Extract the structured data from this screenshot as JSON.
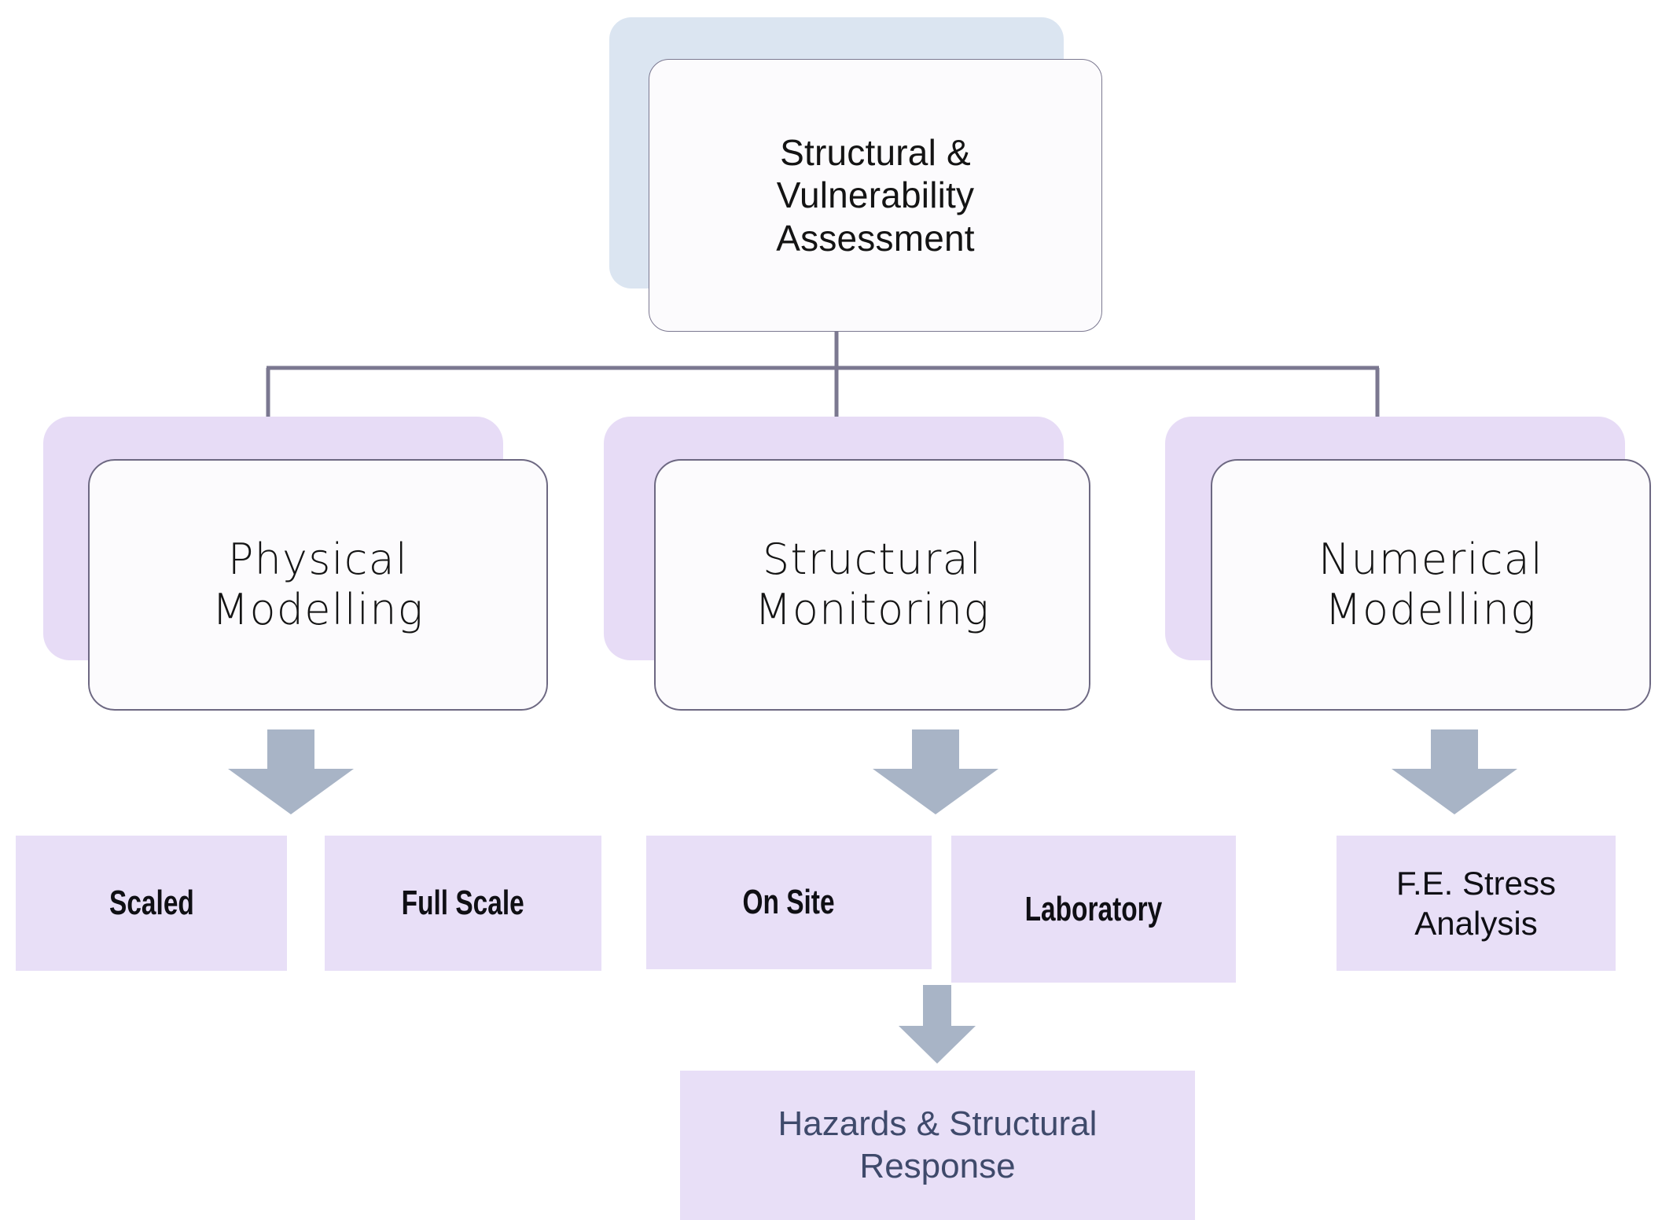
{
  "diagram": {
    "title_text": "Structural & Vulnerability Assessment",
    "type": "flowchart",
    "colors": {
      "card_fill": "#fcfbfd",
      "card_border": "#6d6882",
      "shadow_blue": "#dbe5f1",
      "shadow_purple": "#e7dcf6",
      "tile_fill": "#e8dff7",
      "arrow_fill": "#a8b4c6",
      "connector_line": "#7b7890",
      "text_dark": "#141414",
      "text_slate_blue": "#3f4a6b"
    }
  },
  "root": {
    "label": "Structural &\nVulnerability\nAssessment"
  },
  "branches": [
    {
      "id": "physical-modelling",
      "label": "Physical\nModelling"
    },
    {
      "id": "structural-monitoring",
      "label": "Structural\nMonitoring"
    },
    {
      "id": "numerical-modelling",
      "label": "Numerical\nModelling"
    }
  ],
  "leaves": [
    {
      "id": "scaled",
      "label": "Scaled"
    },
    {
      "id": "full-scale",
      "label": "Full Scale"
    },
    {
      "id": "on-site",
      "label": "On Site"
    },
    {
      "id": "laboratory",
      "label": "Laboratory"
    },
    {
      "id": "fe-stress",
      "label": "F.E. Stress\nAnalysis"
    }
  ],
  "result": {
    "label": "Hazards & Structural\nResponse"
  },
  "arrows": [
    {
      "id": "arrow-physical",
      "direction": "down"
    },
    {
      "id": "arrow-monitoring",
      "direction": "down"
    },
    {
      "id": "arrow-numerical",
      "direction": "down"
    },
    {
      "id": "arrow-result",
      "direction": "down"
    }
  ]
}
